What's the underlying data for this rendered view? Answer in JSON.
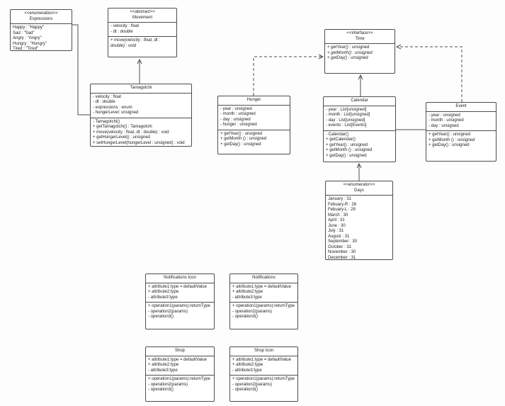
{
  "diagram": {
    "colors": {
      "line": "#4d4d4d",
      "box_fill": "#ffffff",
      "text": "#1c1c1c",
      "canvas": "#fdfdfd"
    },
    "classes": [
      {
        "id": "expressions",
        "stereotype": "<<enumeration>>",
        "name": "Expressions",
        "sections": [
          [
            "Happy : \"Happy\"",
            "Sad : \"Sad\"",
            "Angry : \"Angry\"",
            "Hungry : \"Hungry\"",
            "Tired : \"Tired\""
          ]
        ]
      },
      {
        "id": "movement",
        "stereotype": "<<abstract>>",
        "name": "Movement",
        "italic_sections": [
          1
        ],
        "sections": [
          [
            "- velocity : float",
            "- dt : double"
          ],
          [
            "+ move(velocity : float, dt : double) : void"
          ]
        ]
      },
      {
        "id": "tamagotchi",
        "name": "Tamagotchi",
        "sections": [
          [
            "- velocity : float",
            "- dt : double",
            "- expressions : enum",
            "- hungerLevel: unsigned"
          ],
          [
            "- Tamagotchi()",
            "+ getTamagotchi() : Tamagotchi",
            "+ move(velocity : float, dt : double) : void",
            "+ getHungerLevel() : unsigned",
            "+ setHungerLevel(hungerLevel : unsigned) : void"
          ]
        ]
      },
      {
        "id": "hunger",
        "name": "Hunger",
        "sections": [
          [
            "- year : unsigned",
            "- month : unsigned",
            "- day : unsigned",
            "- hunger : unsigned"
          ],
          [
            "+ getYear() : unsigned",
            "+ getMonth () : unsigned",
            "+ getDay() : unsigned"
          ]
        ]
      },
      {
        "id": "time",
        "stereotype": "<<interface>>",
        "name": "Time",
        "italic_sections": [
          0
        ],
        "sections": [
          [
            "+ getYear() : unsigned",
            "+ getMonth() : unsigned",
            "+ getDay() : unsigned"
          ]
        ]
      },
      {
        "id": "calendar",
        "name": "Calendar",
        "sections": [
          [
            "- year : List[unsigned]",
            "- month : List[unsigned]",
            "- day : List[unsigned]",
            "- events : List[Events]"
          ],
          [
            "- Calendar()",
            "+ getCalendar()",
            "+ getYear() : unsigned",
            "+ getMonth () : unsigned",
            "+ getDay() : unsigned"
          ]
        ]
      },
      {
        "id": "event",
        "name": "Event",
        "sections": [
          [
            "- year : unsigned",
            "- month : unsigned",
            "- day : unsigned"
          ],
          [
            "+ getYear() : unsigned",
            "+ getMonth () : unsigned",
            "+ getDay() : unsigned"
          ]
        ]
      },
      {
        "id": "days",
        "stereotype": "<<enumerator>>",
        "name": "Days",
        "sections": [
          [
            "January : 31",
            "Febuary-R : 28",
            "Febuary-L : 29",
            "March : 30",
            "April : 31",
            "June : 30",
            "July : 31",
            "August : 31",
            "September : 30",
            "October : 31",
            "November : 30",
            "December : 31"
          ]
        ]
      },
      {
        "id": "notifications-icon",
        "name": "Notifications Icon",
        "sections": [
          [
            "+ attribute1:type = defaultValue",
            "+ attribute2:type",
            "- attribute3:type"
          ],
          [
            "+ operation1(params):returnType",
            "- operation2(params)",
            "- operation3()"
          ]
        ]
      },
      {
        "id": "notifications",
        "name": "Notifications",
        "sections": [
          [
            "+ attribute1:type = defaultValue",
            "+ attribute2:type",
            "- attribute3:type"
          ],
          [
            "+ operation1(params):returnType",
            "- operation2(params)",
            "- operation3()"
          ]
        ]
      },
      {
        "id": "shop",
        "name": "Shop",
        "sections": [
          [
            "+ attribute1:type = defaultValue",
            "+ attribute2:type",
            "- attribute3:type"
          ],
          [
            "+ operation1(params):returnType",
            "- operation2(params)",
            "- operation3()"
          ]
        ]
      },
      {
        "id": "shop-icon",
        "name": "Shop Icon",
        "sections": [
          [
            "+ attribute1:type = defaultValue",
            "+ attribute2:type",
            "- attribute3:type"
          ],
          [
            "+ operation1(params):returnType",
            "- operation2(params)",
            "- operation3()"
          ]
        ]
      }
    ],
    "connectors": [
      {
        "from": "expressions",
        "to": "tamagotchi",
        "style": "solid",
        "arrow": "none"
      },
      {
        "from": "tamagotchi",
        "to": "movement",
        "style": "solid",
        "arrow": "open"
      },
      {
        "from": "hunger",
        "to": "time",
        "style": "dashed",
        "arrow": "open"
      },
      {
        "from": "event",
        "to": "time",
        "style": "dashed",
        "arrow": "open"
      },
      {
        "from": "calendar",
        "to": "time",
        "style": "solid",
        "arrow": "open"
      },
      {
        "from": "days",
        "to": "calendar",
        "style": "solid",
        "arrow": "open"
      },
      {
        "from": "calendar",
        "to": "event",
        "style": "solid",
        "arrow": "none"
      }
    ]
  }
}
